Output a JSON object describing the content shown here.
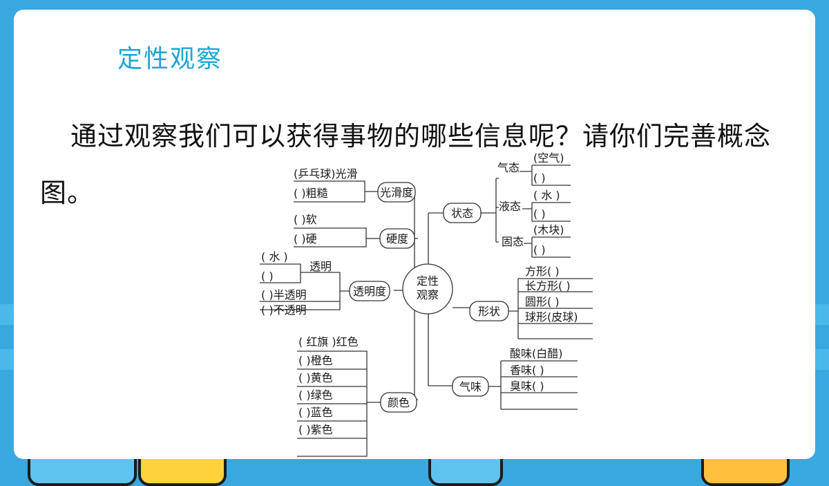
{
  "title": "定性观察",
  "question": "通过观察我们可以获得事物的哪些信息呢？请你们完善概念图。",
  "colors": {
    "title": "#1ea5d6",
    "background": "#39a8e0"
  },
  "map": {
    "center": "定性\n观察",
    "nodes": {
      "smooth": "光滑度",
      "hard": "硬度",
      "trans": "透明度",
      "color": "颜色",
      "state": "状态",
      "shape": "形状",
      "smell": "气味"
    },
    "sub": {
      "gas": "气态",
      "liquid": "液态",
      "solid": "固态",
      "transparent": "透明"
    },
    "leaves": {
      "smooth": [
        "(乒乓球)光滑",
        "(        )粗糙"
      ],
      "hard": [
        "(        )软",
        "(        )硬"
      ],
      "transparent": [
        "(  水  )",
        "(        )"
      ],
      "trans_other": [
        "(        )半透明",
        "(        )不透明"
      ],
      "color": [
        "( 红旗 )红色",
        "(        )橙色",
        "(        )黄色",
        "(        )绿色",
        "(        )蓝色",
        "(        )紫色"
      ],
      "gas": [
        "(空气)",
        "(      )"
      ],
      "liquid": [
        "( 水 )",
        "(      )"
      ],
      "solid": [
        "(木块)",
        "(      )"
      ],
      "shape": [
        "方形(      )",
        "长方形(      )",
        "圆形(      )",
        "球形(皮球)"
      ],
      "smell": [
        "酸味(白醋)",
        "香味(      )",
        "臭味(      )"
      ]
    }
  }
}
